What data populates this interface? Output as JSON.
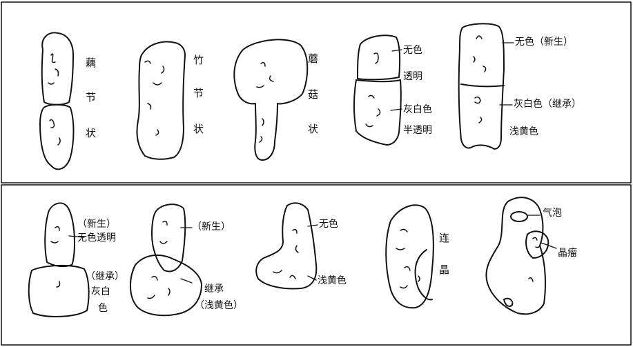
{
  "top_panel": {
    "shape1": {
      "c1": "藕",
      "c2": "节",
      "c3": "状"
    },
    "shape2": {
      "c1": "竹",
      "c2": "节",
      "c3": "状"
    },
    "shape3": {
      "c1": "蘑",
      "c2": "菇",
      "c3": "状"
    },
    "shape4": {
      "upper_l1": "无色",
      "upper_l2": "透明",
      "lower_l1": "灰白色",
      "lower_l2": "半透明"
    },
    "shape5": {
      "upper": "无色（新生）",
      "middle": "灰白色（继承）",
      "lower": "浅黄色"
    }
  },
  "bottom_panel": {
    "shape1": {
      "upper_l1": "（新生）",
      "upper_l2": "无色透明",
      "lower_l1": "（继承）",
      "lower_l2": "灰白",
      "lower_l3": "色"
    },
    "shape2": {
      "upper": "（新生）",
      "lower_l1": "继承",
      "lower_l2": "（浅黄色）"
    },
    "shape3": {
      "upper": "无色",
      "lower": "浅黄色"
    },
    "shape4": {
      "c1": "连",
      "c2": "晶"
    },
    "shape5": {
      "upper": "气泡",
      "lower": "晶瘤"
    }
  }
}
